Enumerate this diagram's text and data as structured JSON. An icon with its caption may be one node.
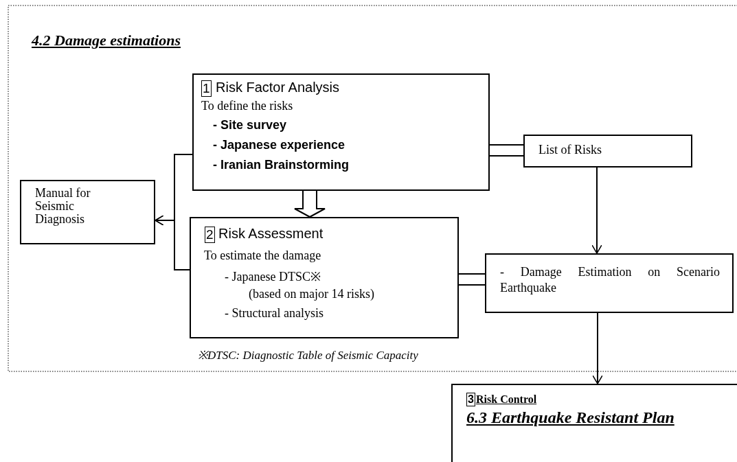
{
  "diagram": {
    "title": "4.2 Damage estimations",
    "nodes": [
      {
        "text": [
          "1",
          "Risk Factor Analysis",
          "To define the risks",
          "- Site survey",
          "- Japanese experience",
          "- Iranian Brainstorming"
        ]
      },
      {
        "text": [
          "List of Risks"
        ]
      },
      {
        "text": [
          "Manual for Seismic Diagnosis"
        ]
      },
      {
        "text": [
          "2",
          "Risk Assessment",
          "To estimate the damage",
          "- Japanese DTSC※",
          "(based on major 14 risks)",
          "- Structural analysis"
        ]
      },
      {
        "text": [
          "- Damage Estimation on Scenario Earthquake"
        ]
      },
      {
        "text": [
          "3",
          "Risk Control",
          "6.3 Earthquake Resistant Plan"
        ]
      }
    ],
    "edges": [
      {
        "from": 0,
        "to": 3,
        "arrow": "to",
        "style": "thick"
      },
      {
        "from": 0,
        "to": 1,
        "arrow": "none"
      },
      {
        "from": 0,
        "to": 2,
        "arrow": "to"
      },
      {
        "from": 3,
        "to": 2,
        "arrow": "to"
      },
      {
        "from": 3,
        "to": 4,
        "arrow": "none"
      },
      {
        "from": 1,
        "to": 4,
        "arrow": "to"
      },
      {
        "from": 4,
        "to": 5,
        "arrow": "to"
      }
    ],
    "labels": [
      "※DTSC: Diagnostic Table of Seismic Capacity"
    ]
  }
}
